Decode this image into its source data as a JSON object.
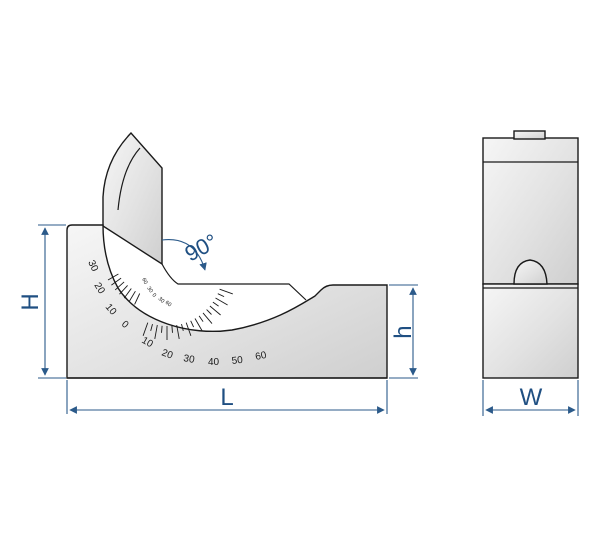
{
  "labels": {
    "height": "H",
    "length": "L",
    "step_height": "h",
    "width": "W",
    "angle": "90°"
  },
  "scale": {
    "outer_left": [
      "30",
      "20",
      "10",
      "0"
    ],
    "outer_right": [
      "10",
      "20",
      "30",
      "40",
      "50",
      "60"
    ],
    "inner": [
      "60",
      "30",
      "0",
      "30",
      "60"
    ]
  },
  "colors": {
    "dimension": "#1f4f82",
    "outline": "#1a1a1a",
    "steel_light": "#f4f4f4",
    "steel_dark": "#c8c8c8"
  }
}
